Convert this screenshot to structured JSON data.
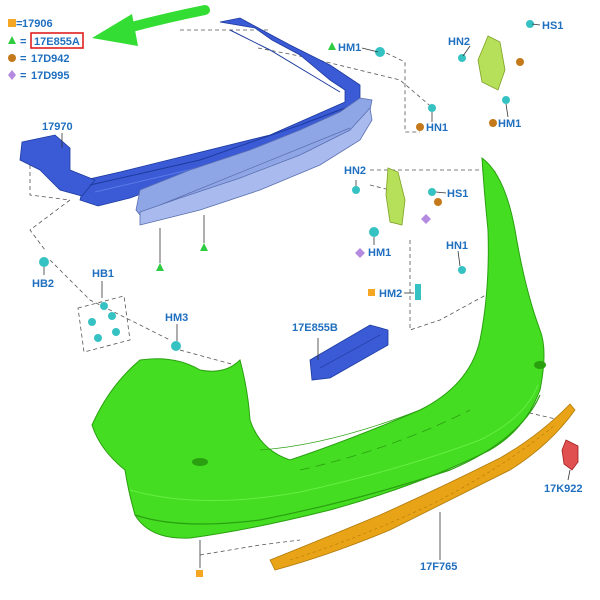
{
  "legend": [
    {
      "symbol": "square",
      "color": "#f5a623",
      "code": "17906"
    },
    {
      "symbol": "triangle",
      "color": "#2ecc40",
      "code": "17E855A"
    },
    {
      "symbol": "circle",
      "color": "#c47a1a",
      "code": "17D942"
    },
    {
      "symbol": "diamond",
      "color": "#b48be0",
      "code": "17D995"
    }
  ],
  "highlight_color": "#e02020",
  "arrow_color": "#33dd33",
  "labels": {
    "hm1_top": "HM1",
    "hn2_top": "HN2",
    "hs1_top": "HS1",
    "hn1_mid": "HN1",
    "hm1_mid": "HM1",
    "p17970": "17970",
    "hn2_mid": "HN2",
    "hs1_mid": "HS1",
    "hm1_low": "HM1",
    "hn1_low": "HN1",
    "hb2": "HB2",
    "hb1": "HB1",
    "hm2": "HM2",
    "hm3": "HM3",
    "p17e855b": "17E855B",
    "p17k922": "17K922",
    "p17f765": "17F765"
  },
  "colors": {
    "label": "#1f6fbf",
    "beam": "#3b5bd6",
    "absorber": "#8fa6e6",
    "bumper": "#44dd22",
    "bracket": "#b6e05a",
    "lip": "#e8a317",
    "clip": "#36c2c2",
    "reflector": "#e05050"
  }
}
